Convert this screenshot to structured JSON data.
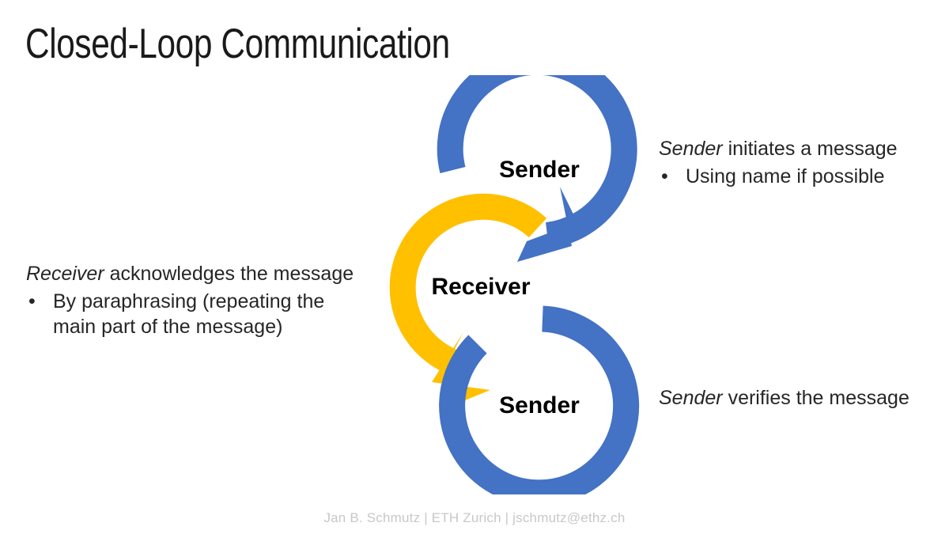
{
  "slide": {
    "title": "Closed-Loop Communication",
    "background_color": "#FFFFFF",
    "text_color": "#262626"
  },
  "diagram": {
    "type": "closed-loop-cycle",
    "blue_color": "#4472C4",
    "yellow_color": "#FFC000",
    "nodes": [
      {
        "id": "sender-top",
        "label": "Sender",
        "ring_color": "#4472C4"
      },
      {
        "id": "receiver",
        "label": "Receiver",
        "ring_color": "#FFC000"
      },
      {
        "id": "sender-bottom",
        "label": "Sender",
        "ring_color": "#4472C4"
      }
    ]
  },
  "callouts": {
    "sender_initiates": {
      "emphasis": "Sender",
      "lead_rest": " initiates a message",
      "bullet_char": "•",
      "bullets": [
        "Using name if possible"
      ]
    },
    "receiver_acknowledges": {
      "emphasis": "Receiver",
      "lead_rest": " acknowledges the message",
      "bullet_char": "•",
      "bullets": [
        "By paraphrasing (repeating the main part of the message)"
      ]
    },
    "sender_verifies": {
      "emphasis": "Sender",
      "lead_rest": " verifies the message",
      "bullet_char": "•",
      "bullets": []
    }
  },
  "footer": {
    "text": "Jan B. Schmutz | ETH Zurich | jschmutz@ethz.ch"
  }
}
